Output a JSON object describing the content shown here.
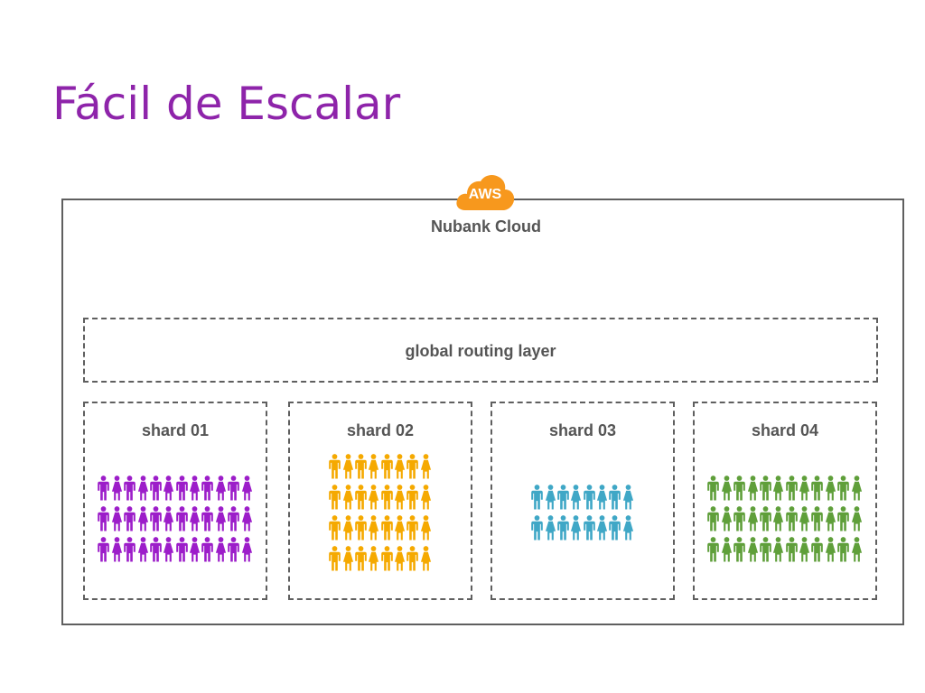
{
  "slide": {
    "title": "Fácil de Escalar"
  },
  "cloud": {
    "badge": "AWS",
    "name": "Nubank Cloud",
    "badge_color": "#f7981d"
  },
  "routing": {
    "label": "global routing layer"
  },
  "shards": [
    {
      "label": "shard 01",
      "color": "#9c1dc9",
      "rows": 3,
      "per_row": 12
    },
    {
      "label": "shard 02",
      "color": "#f5a900",
      "rows": 4,
      "per_row": 8
    },
    {
      "label": "shard 03",
      "color": "#3fa7c6",
      "rows": 2,
      "per_row": 8
    },
    {
      "label": "shard 04",
      "color": "#5f9f3a",
      "rows": 3,
      "per_row": 12
    }
  ]
}
